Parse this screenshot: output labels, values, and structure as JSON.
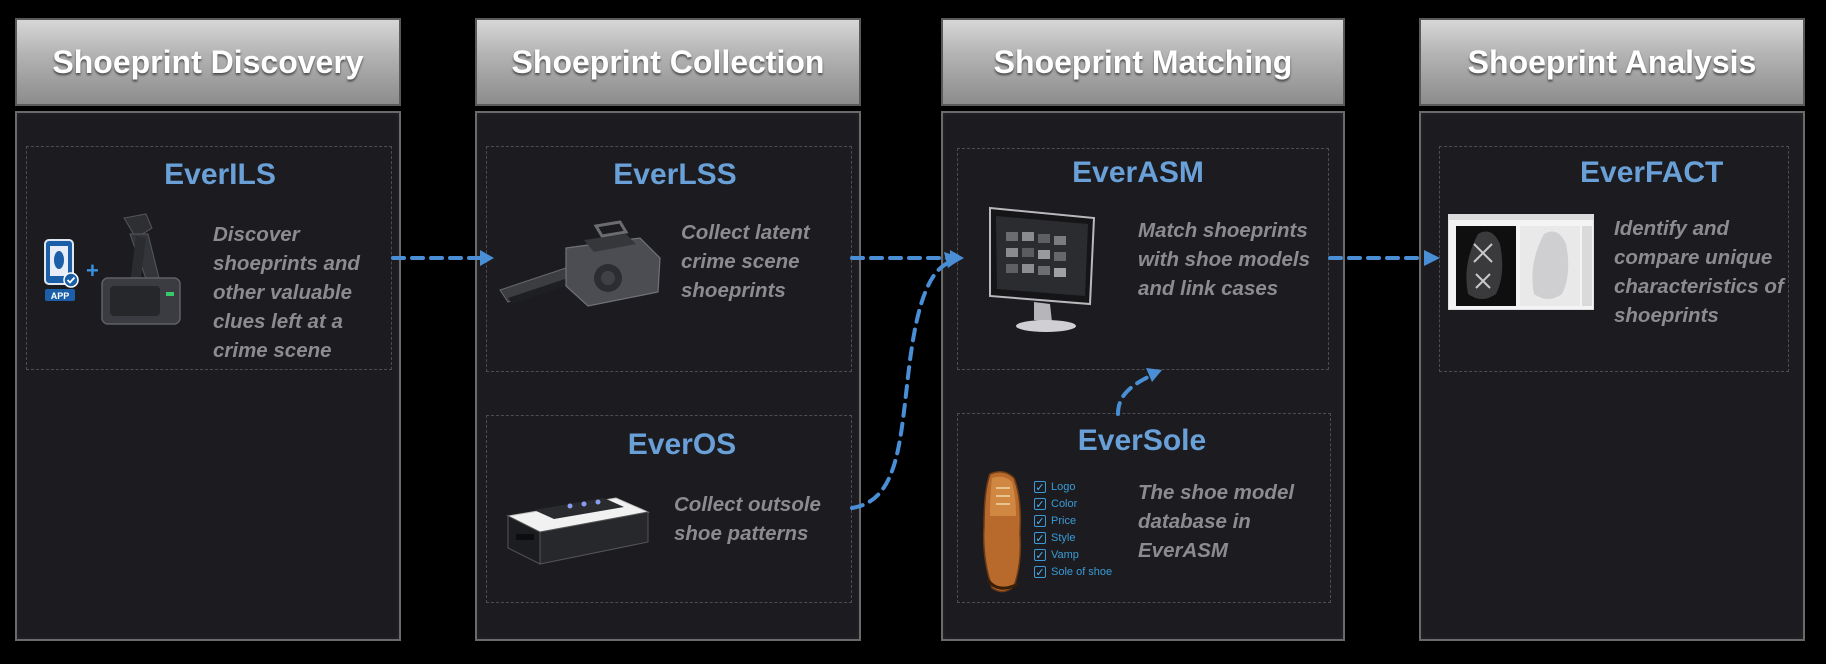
{
  "columns": [
    {
      "title": "Shoeprint Discovery"
    },
    {
      "title": "Shoeprint Collection"
    },
    {
      "title": "Shoeprint Matching"
    },
    {
      "title": "Shoeprint Analysis"
    }
  ],
  "products": {
    "everils": {
      "name": "EverILS",
      "desc": [
        "Discover",
        "shoeprints and",
        "other valuable",
        "clues left at a",
        "crime scene"
      ],
      "app_badge": "APP"
    },
    "everlss": {
      "name": "EverLSS",
      "desc": [
        "Collect latent",
        "crime scene",
        "shoeprints"
      ]
    },
    "everos": {
      "name": "EverOS",
      "desc": [
        "Collect outsole",
        "shoe patterns"
      ]
    },
    "everasm": {
      "name": "EverASM",
      "desc": [
        "Match shoeprints",
        "with shoe models",
        "and link cases"
      ]
    },
    "eversole": {
      "name": "EverSole",
      "desc": [
        "The shoe model",
        "database in",
        "EverASM"
      ],
      "checklist": [
        "Logo",
        "Color",
        "Price",
        "Style",
        "Vamp",
        "Sole of shoe"
      ]
    },
    "everfact": {
      "name": "EverFACT",
      "desc": [
        "Identify and",
        "compare unique",
        "characteristics of",
        "shoeprints"
      ]
    }
  },
  "colors": {
    "accent": "#6aa0d8",
    "arrow": "#4a8fd6",
    "panel": "#1c1c20"
  }
}
